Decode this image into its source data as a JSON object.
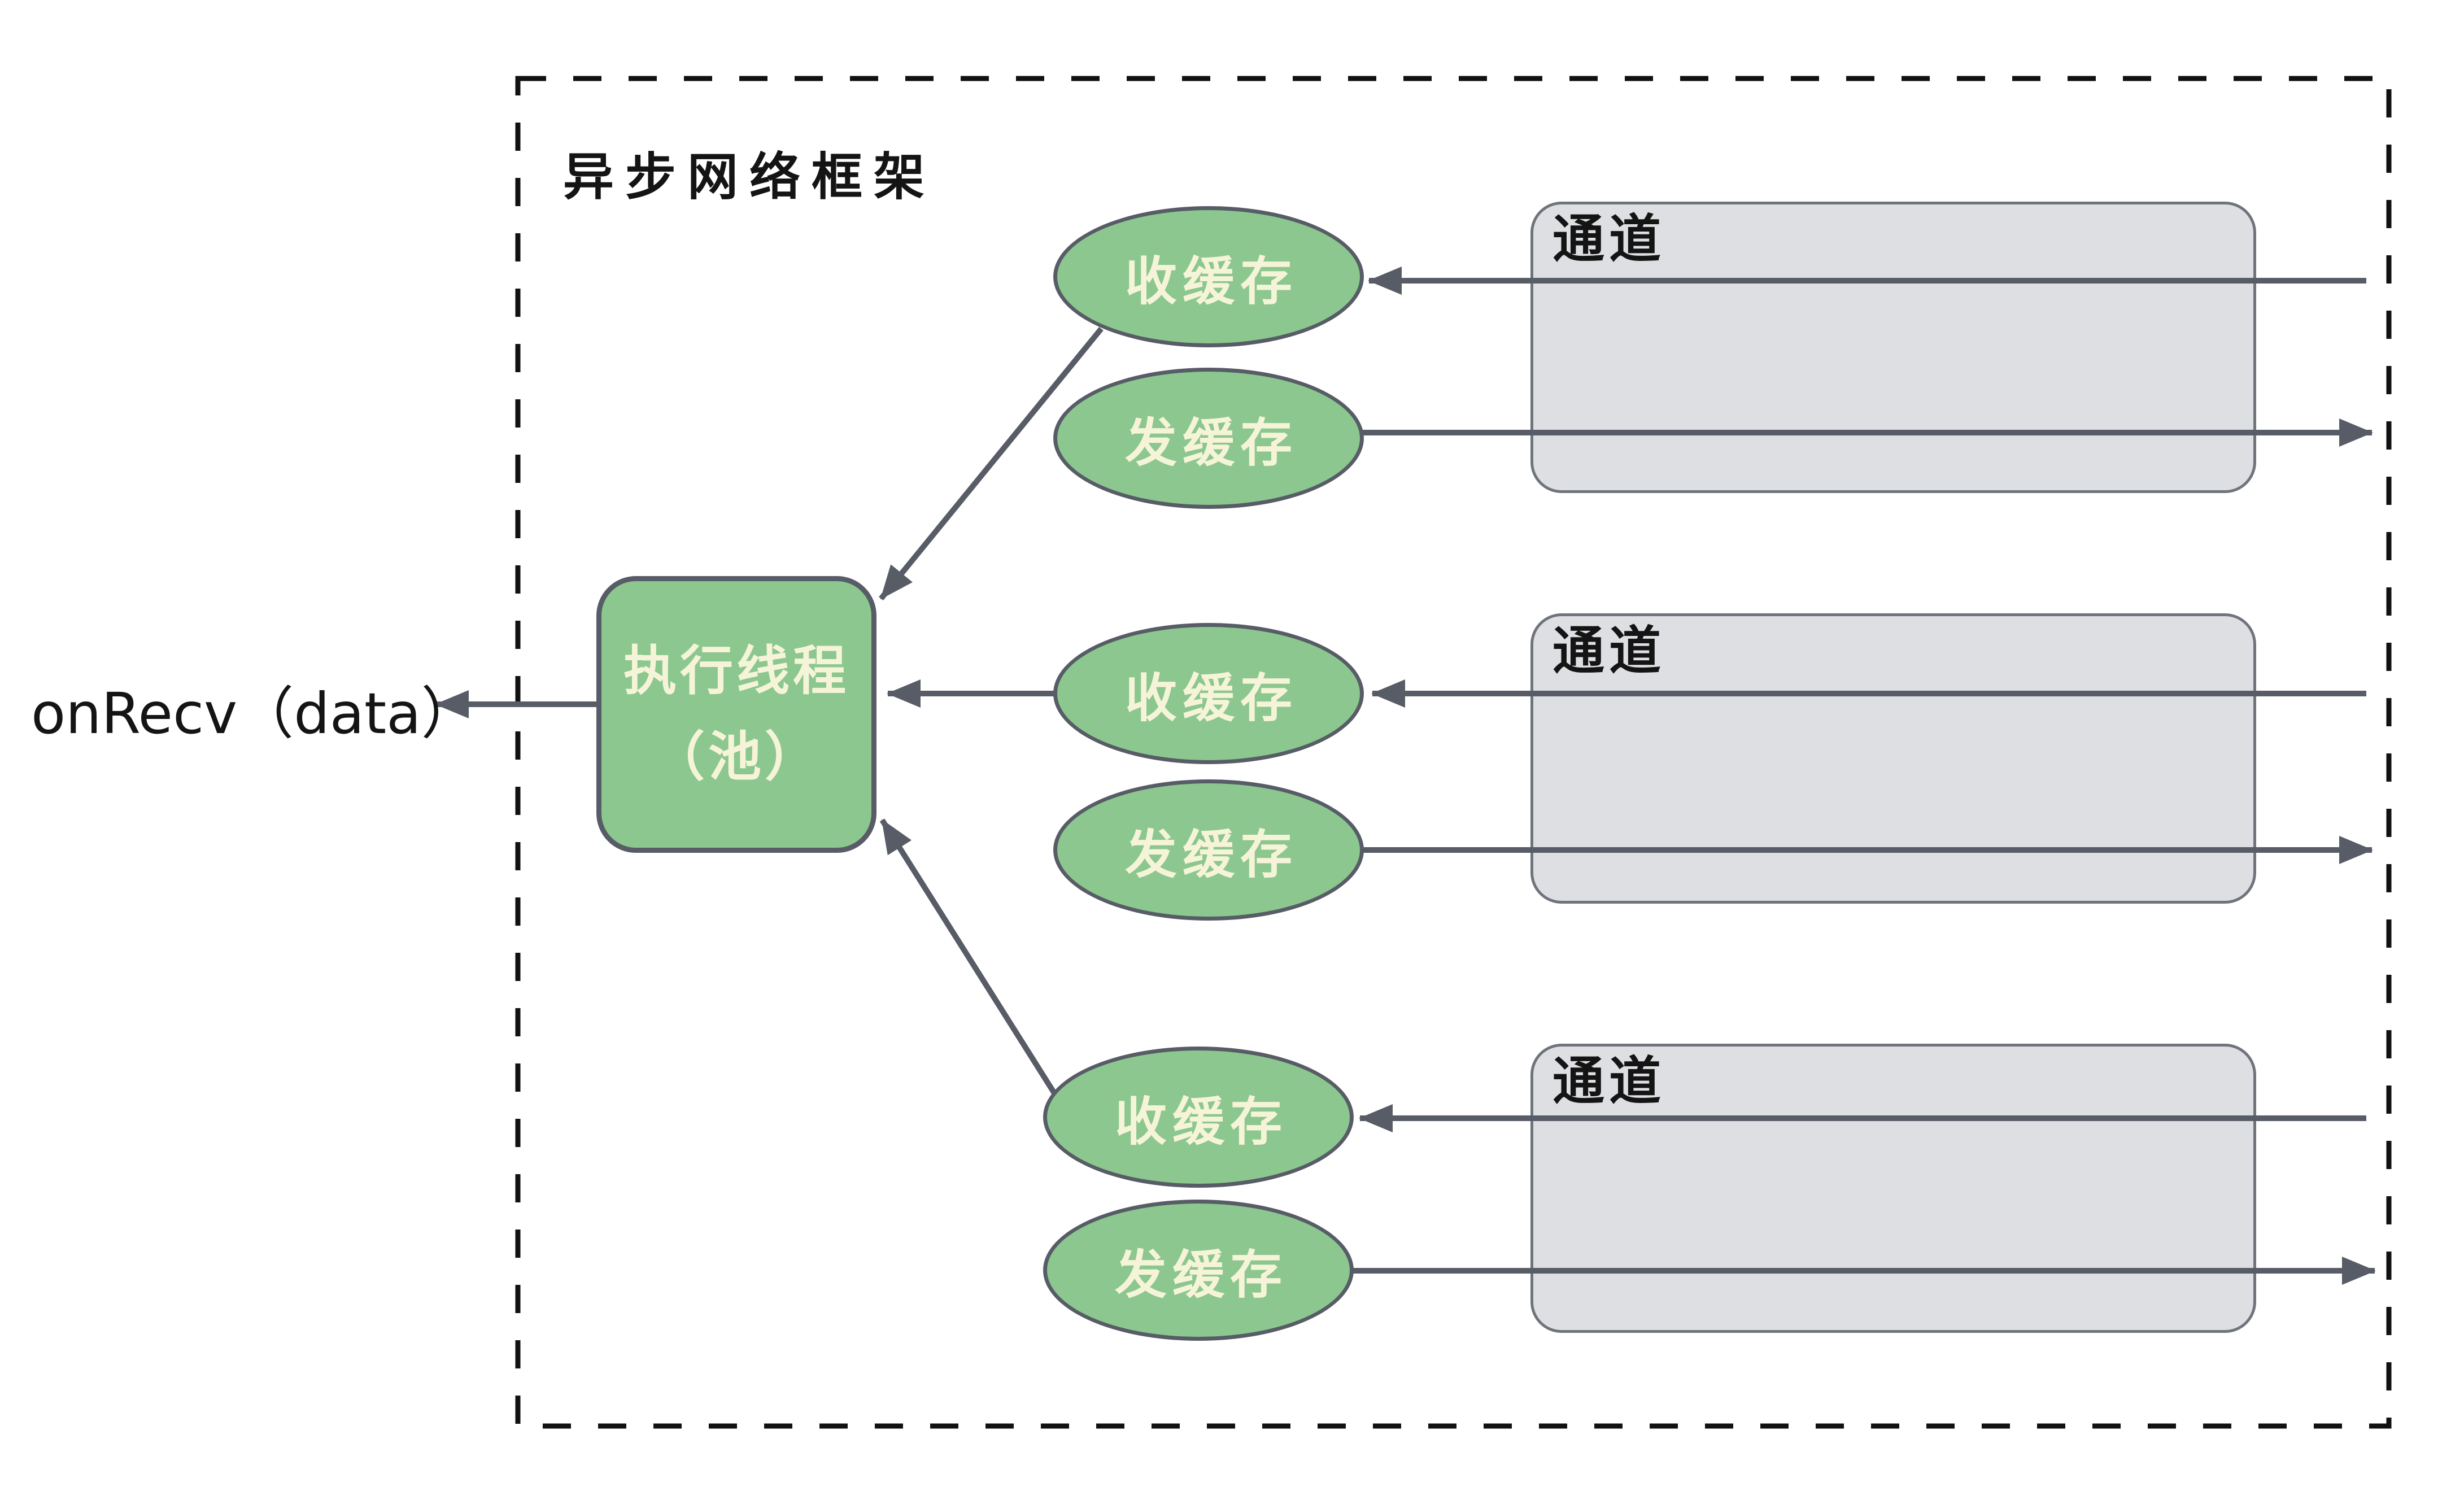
{
  "framework": {
    "title": "异步网络框架"
  },
  "callback": {
    "label": "onRecv（data）"
  },
  "executor": {
    "line1": "执行线程",
    "line2": "（池）"
  },
  "groups": [
    {
      "recv_label": "收缓存",
      "send_label": "发缓存",
      "channel_label": "通道"
    },
    {
      "recv_label": "收缓存",
      "send_label": "发缓存",
      "channel_label": "通道"
    },
    {
      "recv_label": "收缓存",
      "send_label": "发缓存",
      "channel_label": "通道"
    }
  ],
  "colors": {
    "node_green_fill": "#8BC78E",
    "node_border": "#575C66",
    "node_text_cream": "#F6F4D8",
    "channel_fill": "#DEDFE2",
    "channel_border": "#6F747C",
    "arrow_line": "#575C66",
    "dashed_boundary": "#111111",
    "text_black": "#141414",
    "background": "#FFFFFF"
  }
}
